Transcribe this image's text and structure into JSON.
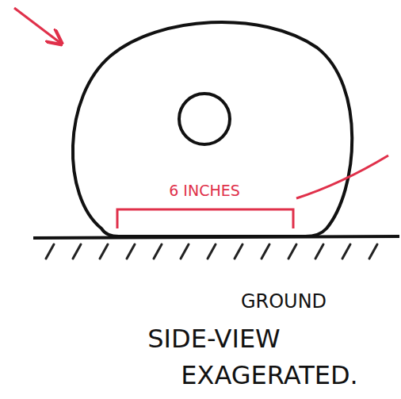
{
  "diagram": {
    "labels": [
      "6 INCHES",
      "GROUND",
      "SIDE-VIEW",
      "EXAGERATED."
    ]
  }
}
